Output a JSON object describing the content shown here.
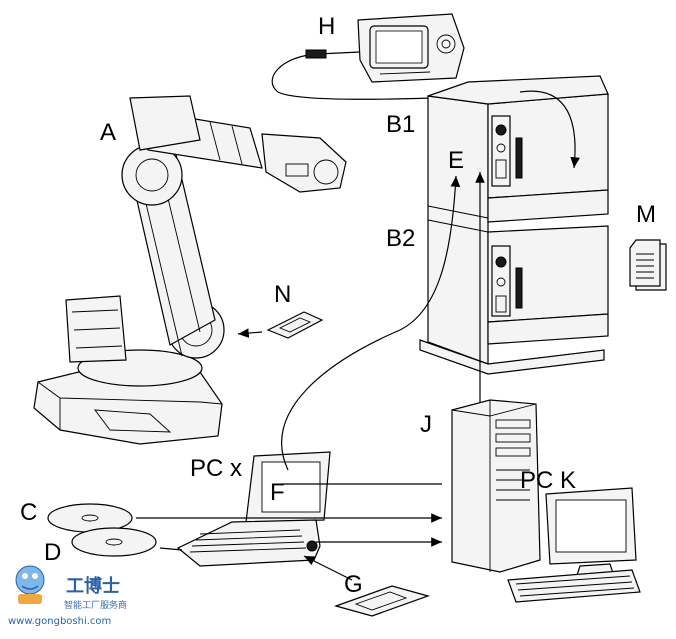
{
  "labels": {
    "A": "A",
    "H": "H",
    "B1": "B1",
    "B2": "B2",
    "E": "E",
    "M": "M",
    "N": "N",
    "J": "J",
    "PCx": "PC x",
    "PCK": "PC K",
    "F": "F",
    "C": "C",
    "D": "D",
    "G": "G"
  },
  "watermark": {
    "brand": "工博士",
    "tagline": "智能工厂服务商",
    "url": "www.gongboshi.com"
  },
  "colors": {
    "line": "#000000",
    "watermark": "#2a62a8",
    "background": "#ffffff"
  }
}
